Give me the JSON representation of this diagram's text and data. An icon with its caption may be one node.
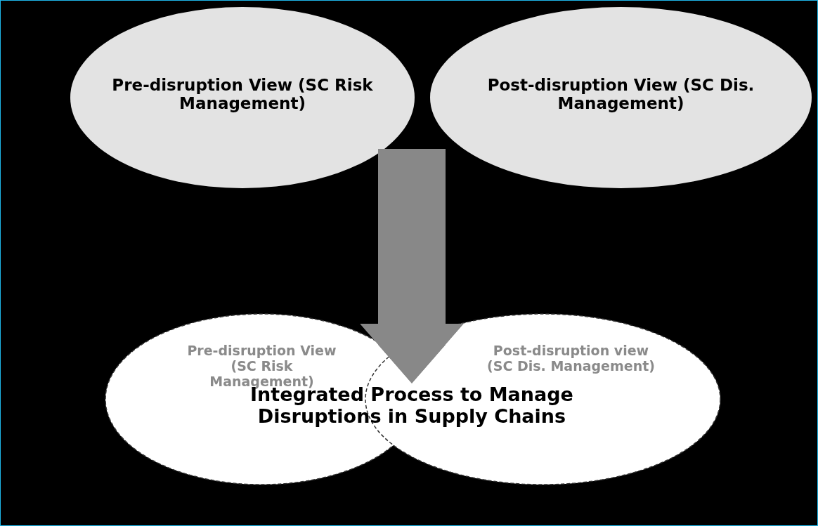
{
  "diagram": {
    "nodes": [
      {
        "text": [
          "Pre-disruption View (SC Risk Management)"
        ]
      },
      {
        "text": [
          "Post-disruption View (SC Dis. Management)"
        ]
      },
      {
        "text": [
          "Pre-disruption View (SC Risk Management)"
        ]
      },
      {
        "text": [
          "Post-disruption view (SC Dis. Management)"
        ]
      },
      {
        "text": [
          "Integrated Process to Manage Disruptions in Supply Chains"
        ]
      }
    ],
    "edges": [
      {
        "from": null,
        "to": 4,
        "arrow": "to"
      }
    ]
  }
}
